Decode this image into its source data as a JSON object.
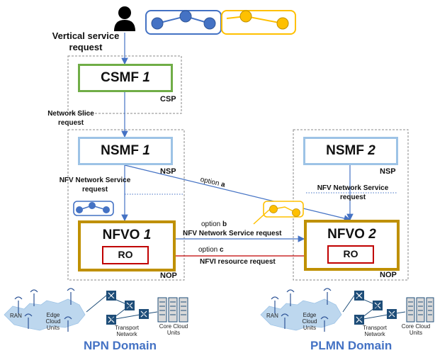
{
  "user": {
    "label_line1": "Vertical service",
    "label_line2": "request"
  },
  "csmf": {
    "name": "CSMF",
    "index": "1",
    "owner": "CSP"
  },
  "ns_request": {
    "line1": "Network Slice",
    "line2": "request"
  },
  "nsmf1": {
    "name": "NSMF",
    "index": "1",
    "owner": "NSP"
  },
  "nsmf2": {
    "name": "NSMF",
    "index": "2",
    "owner": "NSP"
  },
  "nfv_request_left": {
    "line1": "NFV Network Service",
    "line2": "request"
  },
  "nfv_request_right": {
    "line1": "NFV Network Service",
    "line2": "request"
  },
  "nfvo1": {
    "name": "NFVO",
    "index": "1",
    "ro": "RO",
    "owner": "NOP"
  },
  "nfvo2": {
    "name": "NFVO",
    "index": "2",
    "ro": "RO",
    "owner": "NOP"
  },
  "option_a": {
    "prefix": "option",
    "letter": "a"
  },
  "option_b": {
    "prefix": "option",
    "letter": "b",
    "text": "NFV Network Service request"
  },
  "option_c": {
    "prefix": "option",
    "letter": "c",
    "text": "NFVI resource request"
  },
  "infra": {
    "ran": "RAN",
    "edge_line1": "Edge",
    "edge_line2": "Cloud",
    "edge_line3": "Units",
    "transport_line1": "Transport",
    "transport_line2": "Network",
    "core_line1": "Core Cloud",
    "core_line2": "Units"
  },
  "domains": {
    "left": "NPN Domain",
    "right": "PLMN Domain"
  },
  "colors": {
    "csmf_border": "#70ad47",
    "nsmf_border": "#9dc3e6",
    "nfvo_border": "#bf9000",
    "ro_border": "#c00000",
    "arrow_blue": "#4472c4",
    "arrow_red": "#c00000",
    "domain_text": "#4472c4",
    "slice_blue": "#4472c4",
    "slice_yellow": "#ffc000"
  }
}
